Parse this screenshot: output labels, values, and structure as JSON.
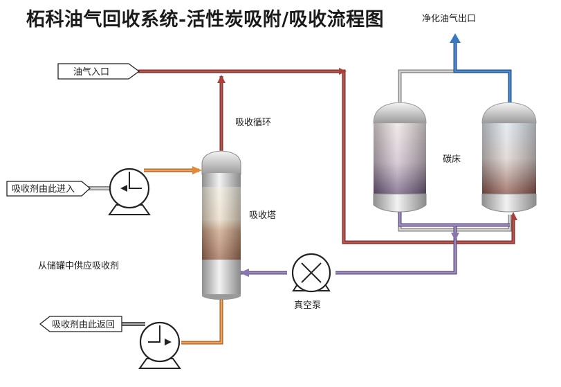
{
  "title": "柘科油气回收系统-活性炭吸附/吸收流程图",
  "labels": {
    "gas_inlet": "油气入口",
    "clean_gas_outlet": "净化油气出口",
    "absorbent_in": "吸收剂由此进入",
    "absorbent_return": "吸收剂由此返回",
    "absorption_cycle": "吸收循环",
    "absorption_tower": "吸收塔",
    "carbon_bed": "碳床",
    "vacuum_pump": "真空泵",
    "storage_supply": "从储罐中供应吸收剂"
  },
  "colors": {
    "gas_line": "#a9403c",
    "clean_line": "#3a79bd",
    "absorbent_in_line": "#e28a3c",
    "vacuum_line": "#8a76ae",
    "grey_line": "#a7a7a7"
  }
}
